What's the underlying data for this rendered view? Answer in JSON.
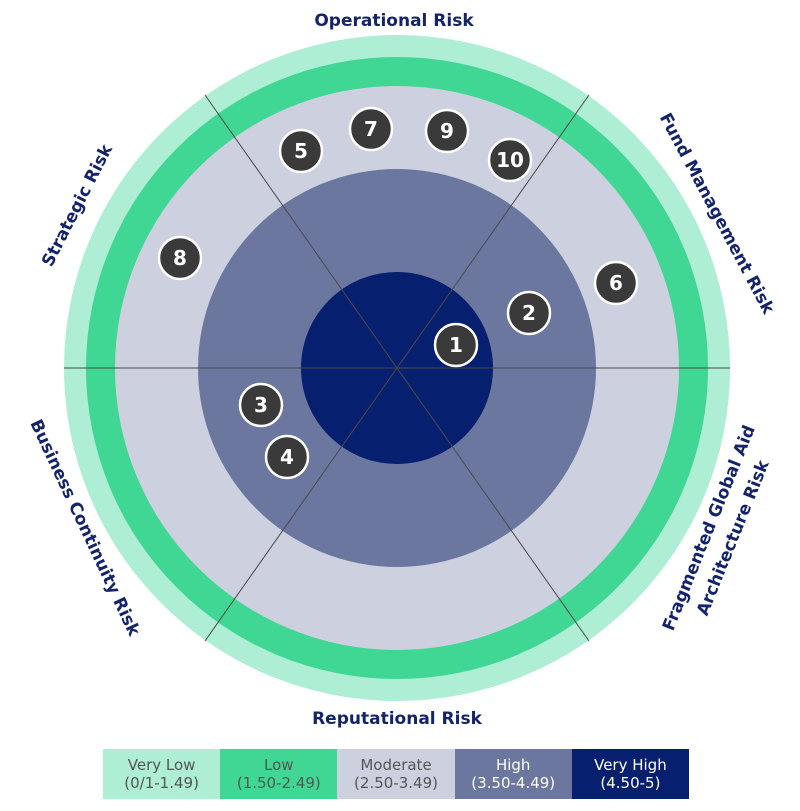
{
  "segments": [
    "Operational Risk",
    "Fund Management Risk",
    "Fragmented Global Aid",
    "Architecture Risk",
    "Reputational Risk",
    "Business Continuity Risk",
    "Strategic Risk"
  ],
  "markers": [
    "1",
    "2",
    "3",
    "4",
    "5",
    "6",
    "7",
    "8",
    "9",
    "10"
  ],
  "rings": {
    "very_low": "#aeeed4",
    "low": "#40d694",
    "moderate": "#cdd1df",
    "high": "#6b779f",
    "very_high": "#061f6e"
  },
  "legend": [
    {
      "name": "Very Low",
      "range": "(0/1-1.49)",
      "bg": "#aeeed4",
      "fg": "#555555"
    },
    {
      "name": "Low",
      "range": "(1.50-2.49)",
      "bg": "#40d694",
      "fg": "#555555"
    },
    {
      "name": "Moderate",
      "range": "(2.50-3.49)",
      "bg": "#cdd1df",
      "fg": "#555555"
    },
    {
      "name": "High",
      "range": "(3.50-4.49)",
      "bg": "#6b779f",
      "fg": "#ffffff"
    },
    {
      "name": "Very High",
      "range": "(4.50-5)",
      "bg": "#061f6e",
      "fg": "#ffffff"
    }
  ]
}
